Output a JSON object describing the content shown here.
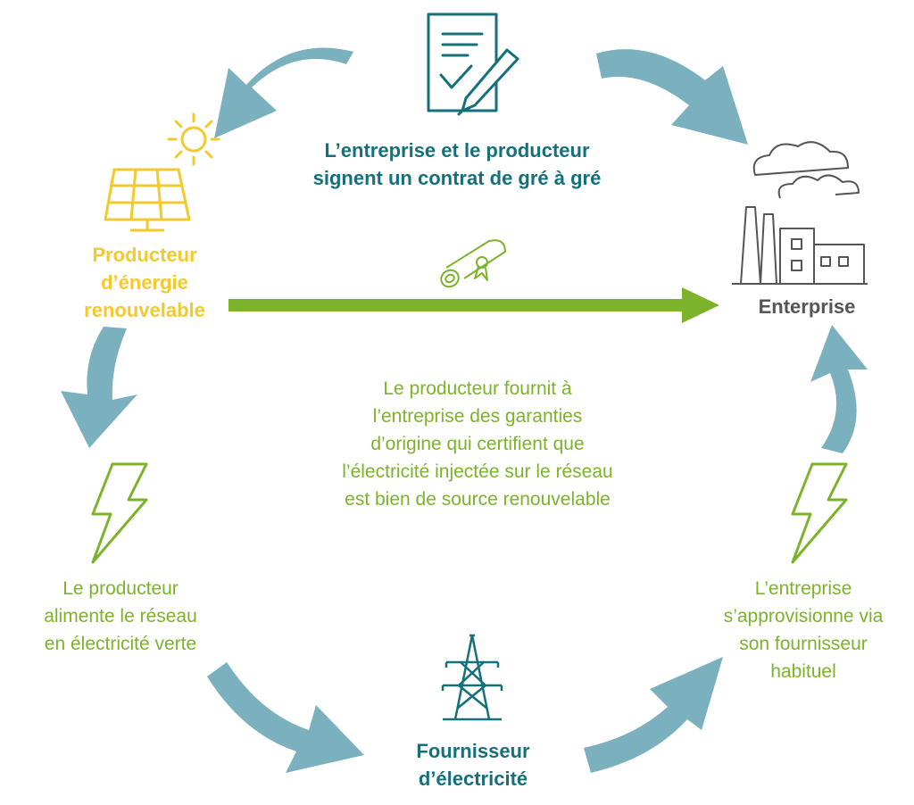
{
  "labels": {
    "contract": [
      "L’entreprise et le producteur",
      "signent un contrat de gré à gré"
    ],
    "producer": [
      "Producteur",
      "d’énergie",
      "renouvelable"
    ],
    "enterprise": [
      "Enterprise"
    ],
    "guarantees": [
      "Le producteur fournit à",
      "l’entreprise des garanties",
      "d’origine qui certifient que",
      "l’électricité injectée sur le réseau",
      "est bien de source renouvelable"
    ],
    "feeds_grid": [
      "Le producteur",
      "alimente le réseau",
      "en électricité verte"
    ],
    "supplier": [
      "Fournisseur",
      "d’électricité"
    ],
    "supplied_via": [
      "L’entreprise",
      "s’approvisionne via",
      "son fournisseur",
      "habituel"
    ]
  },
  "icons": {
    "contract": "contract-pen-icon",
    "sun": "sun-icon",
    "solar_panel": "solar-panel-icon",
    "factory": "factory-icon",
    "certificate": "certificate-scroll-icon",
    "lightning_left": "lightning-bolt-icon",
    "lightning_right": "lightning-bolt-icon",
    "pylon": "power-pylon-icon"
  },
  "colors": {
    "cycle_arrow": "#7bb1bf",
    "teal": "#14707a",
    "yellow": "#f3c92e",
    "green": "#7cb32a",
    "grey": "#555555"
  }
}
